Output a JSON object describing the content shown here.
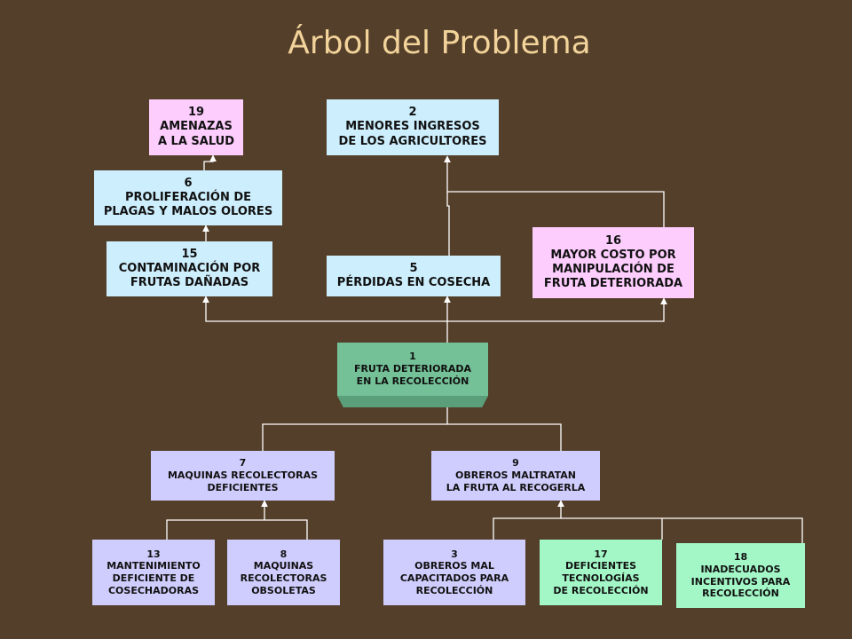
{
  "title": "Árbol del Problema",
  "nodes": {
    "n19": {
      "num": "19",
      "lines": [
        "AMENAZAS",
        "A LA SALUD"
      ]
    },
    "n2": {
      "num": "2",
      "lines": [
        "MENORES INGRESOS",
        "DE LOS AGRICULTORES"
      ]
    },
    "n6": {
      "num": "6",
      "lines": [
        "PROLIFERACIÓN DE",
        "PLAGAS Y MALOS OLORES"
      ]
    },
    "n15": {
      "num": "15",
      "lines": [
        "CONTAMINACIÓN POR",
        "FRUTAS DAÑADAS"
      ]
    },
    "n5": {
      "num": "5",
      "lines": [
        "PÉRDIDAS EN COSECHA"
      ]
    },
    "n16": {
      "num": "16",
      "lines": [
        "MAYOR COSTO POR",
        "MANIPULACIÓN DE",
        "FRUTA DETERIORADA"
      ]
    },
    "n1": {
      "num": "1",
      "lines": [
        "FRUTA DETERIORADA",
        "EN LA RECOLECCIÓN"
      ]
    },
    "n7": {
      "num": "7",
      "lines": [
        "MAQUINAS RECOLECTORAS",
        "DEFICIENTES"
      ]
    },
    "n9": {
      "num": "9",
      "lines": [
        "OBREROS MALTRATAN",
        "LA FRUTA AL RECOGERLA"
      ]
    },
    "n13": {
      "num": "13",
      "lines": [
        "MANTENIMIENTO",
        "DEFICIENTE DE",
        "COSECHADORAS"
      ]
    },
    "n8": {
      "num": "8",
      "lines": [
        "MAQUINAS",
        "RECOLECTORAS",
        "OBSOLETAS"
      ]
    },
    "n3": {
      "num": "3",
      "lines": [
        "OBREROS MAL",
        "CAPACITADOS PARA",
        "RECOLECCIÓN"
      ]
    },
    "n17": {
      "num": "17",
      "lines": [
        "DEFICIENTES",
        "TECNOLOGÍAS",
        "DE RECOLECCIÓN"
      ]
    },
    "n18": {
      "num": "18",
      "lines": [
        "INADECUADOS",
        "INCENTIVOS PARA",
        "RECOLECCIÓN"
      ]
    }
  },
  "colors": {
    "background": "#543f2a",
    "title": "#f2d39a",
    "effect_pink": "#fdcdfd",
    "effect_blue": "#cdeefd",
    "core_problem": "#74c198",
    "cause_lavender": "#cfcdfd",
    "cause_mint": "#a3f7c7",
    "connector": "#ffffff"
  }
}
